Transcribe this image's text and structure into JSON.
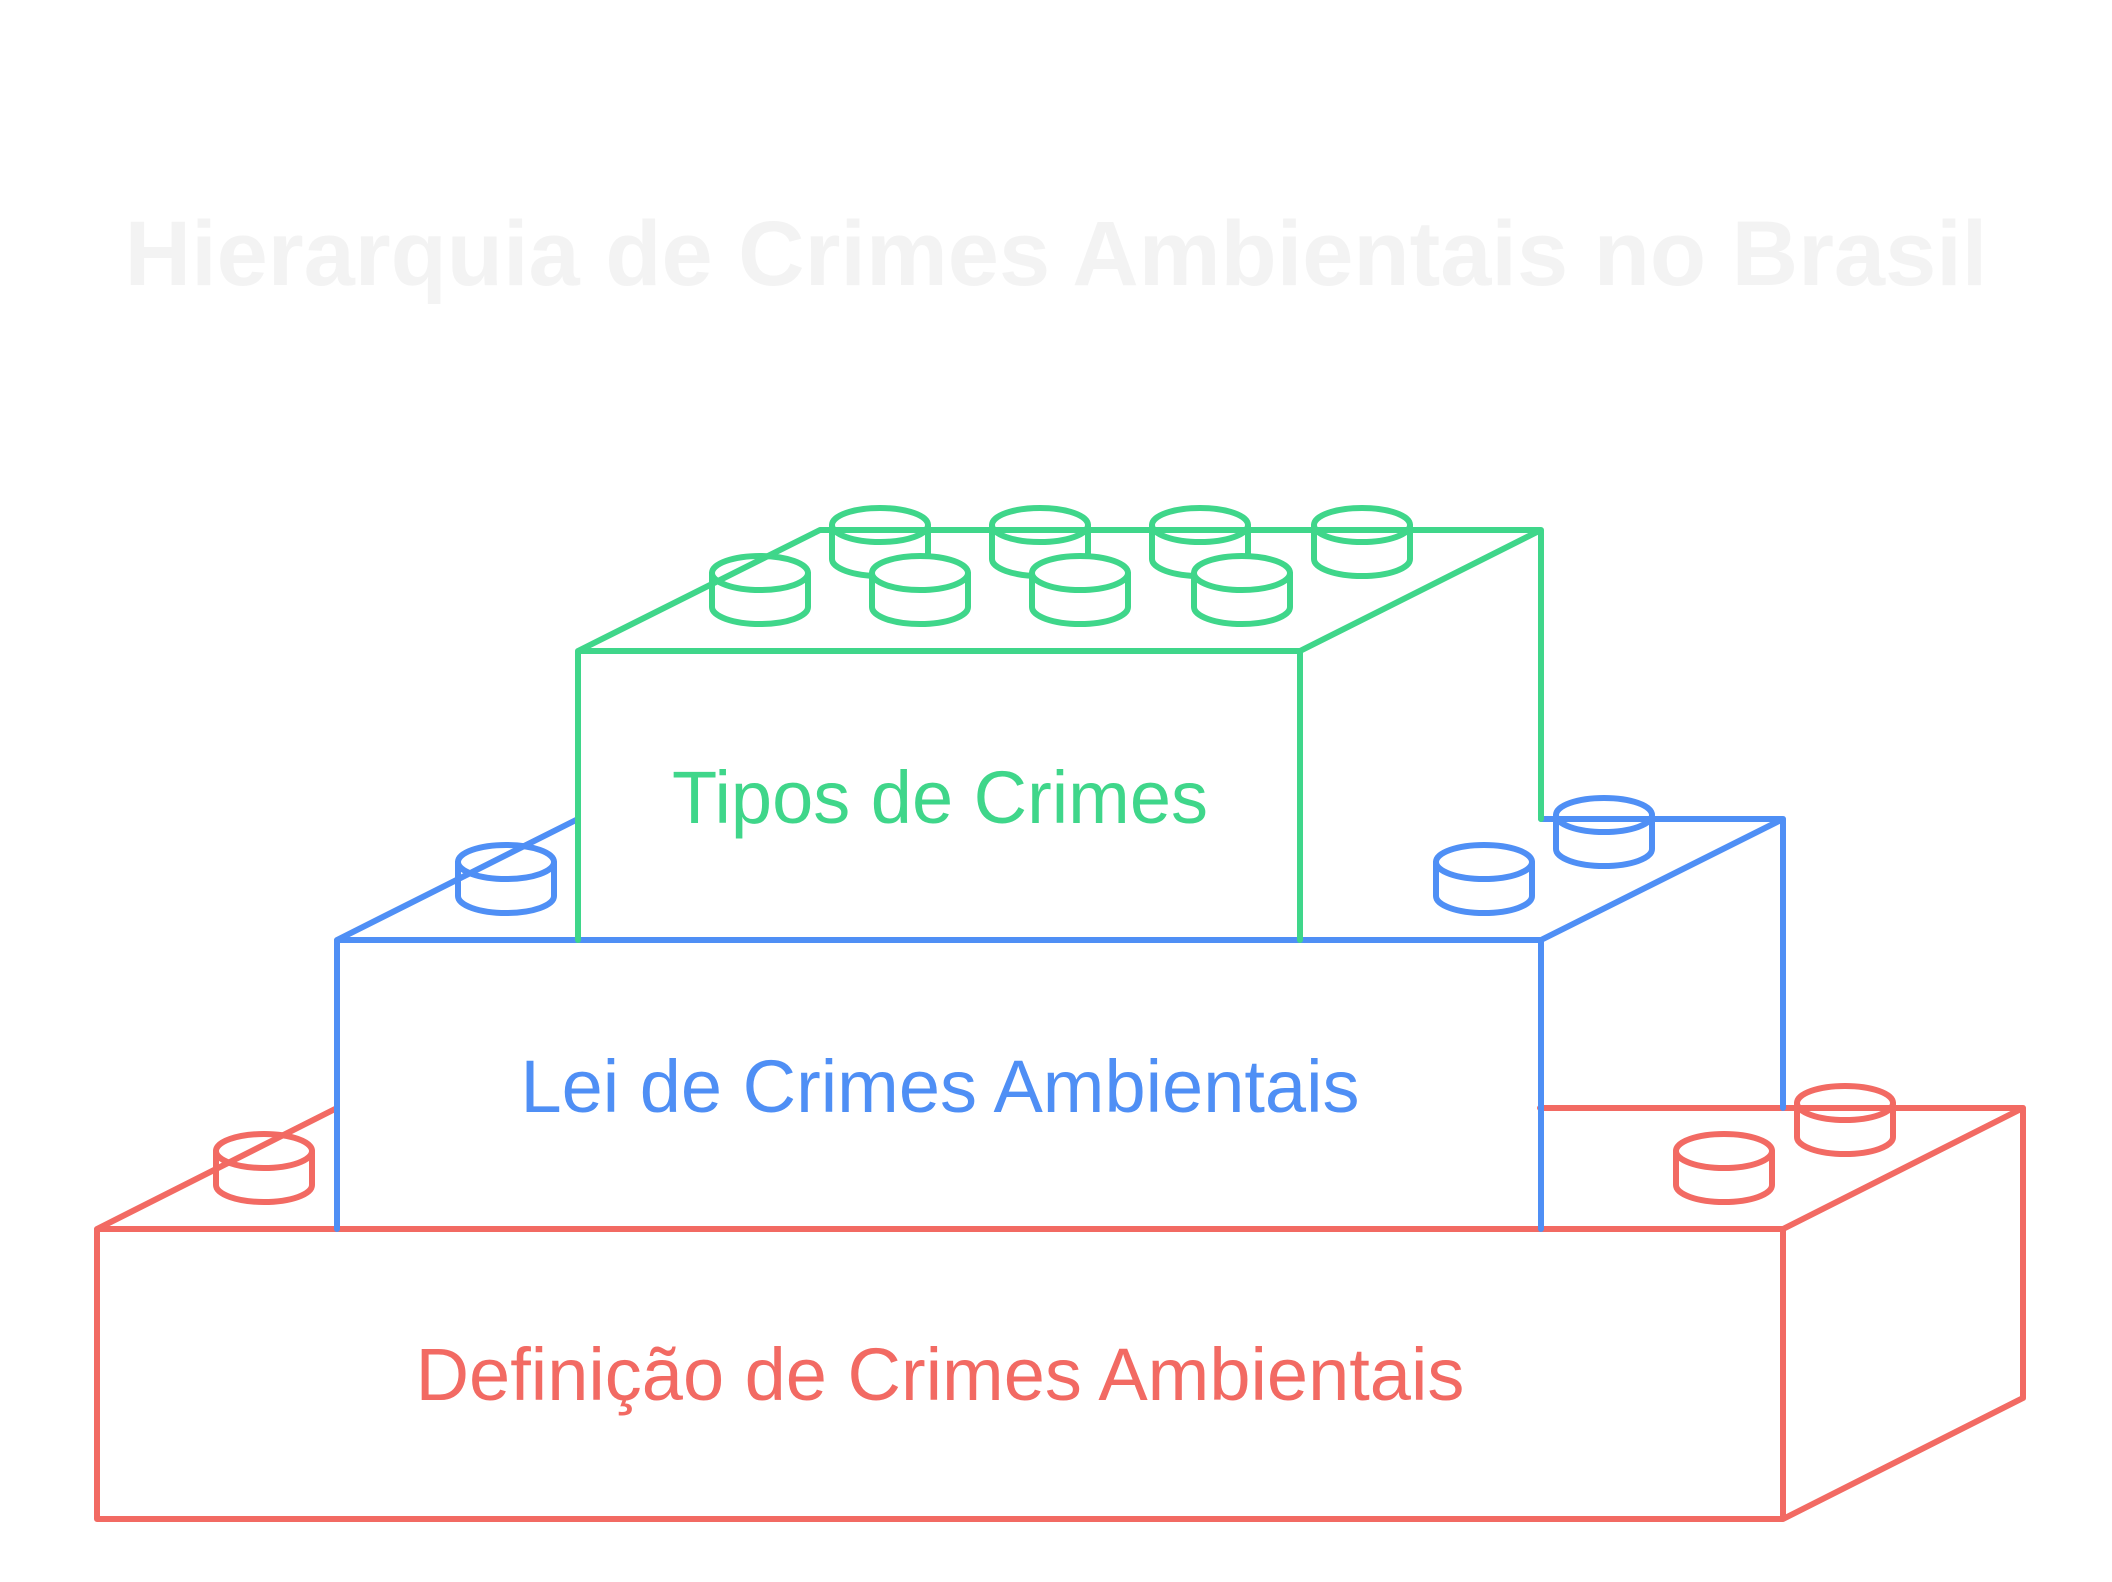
{
  "title": "Hierarquia de Crimes Ambientais no Brasil",
  "levels": [
    {
      "label": "Tipos de Crimes",
      "color": "#3fd68a"
    },
    {
      "label": "Lei de Crimes Ambientais",
      "color": "#4f8ff5"
    },
    {
      "label": "Definição de Crimes Ambientais",
      "color": "#f26a63"
    }
  ],
  "title_color": "#f3f3f3"
}
